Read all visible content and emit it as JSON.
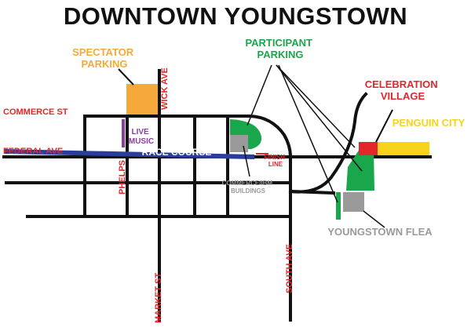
{
  "title": "DOWNTOWN YOUNGSTOWN",
  "colors": {
    "street_label": "#e3262b",
    "spectator": "#f4a93a",
    "participant": "#1aa64b",
    "celebration": "#e3262b",
    "penguin": "#f7d31b",
    "race_course": "#2a3d9c",
    "live_music": "#8a3ea0",
    "buildings": "#9a9a9a",
    "roads": "#111111"
  },
  "areas": {
    "spectator_parking": [
      "SPECTATOR",
      "PARKING"
    ],
    "participant_parking": [
      "PARTICIPANT",
      "PARKING"
    ],
    "celebration_village": [
      "CELEBRATION",
      "VILLAGE"
    ],
    "penguin_city": "PENGUIN CITY",
    "live_music": [
      "LIVE",
      "MUSIC"
    ],
    "race_course": "RACE COURSE",
    "finish_line": [
      "FINISH",
      "LINE"
    ],
    "commerce_ibm": [
      "COMMERCE/IBM",
      "BUILDINGS"
    ],
    "youngstown_flea": "YOUNGSTOWN FLEA"
  },
  "streets": {
    "commerce": "COMMERCE ST",
    "federal": "FEDERAL AVE",
    "wick": "WICK AVE",
    "phelps": "PHELPS",
    "market": "MARKET ST",
    "south": "SOUTH AVE"
  }
}
